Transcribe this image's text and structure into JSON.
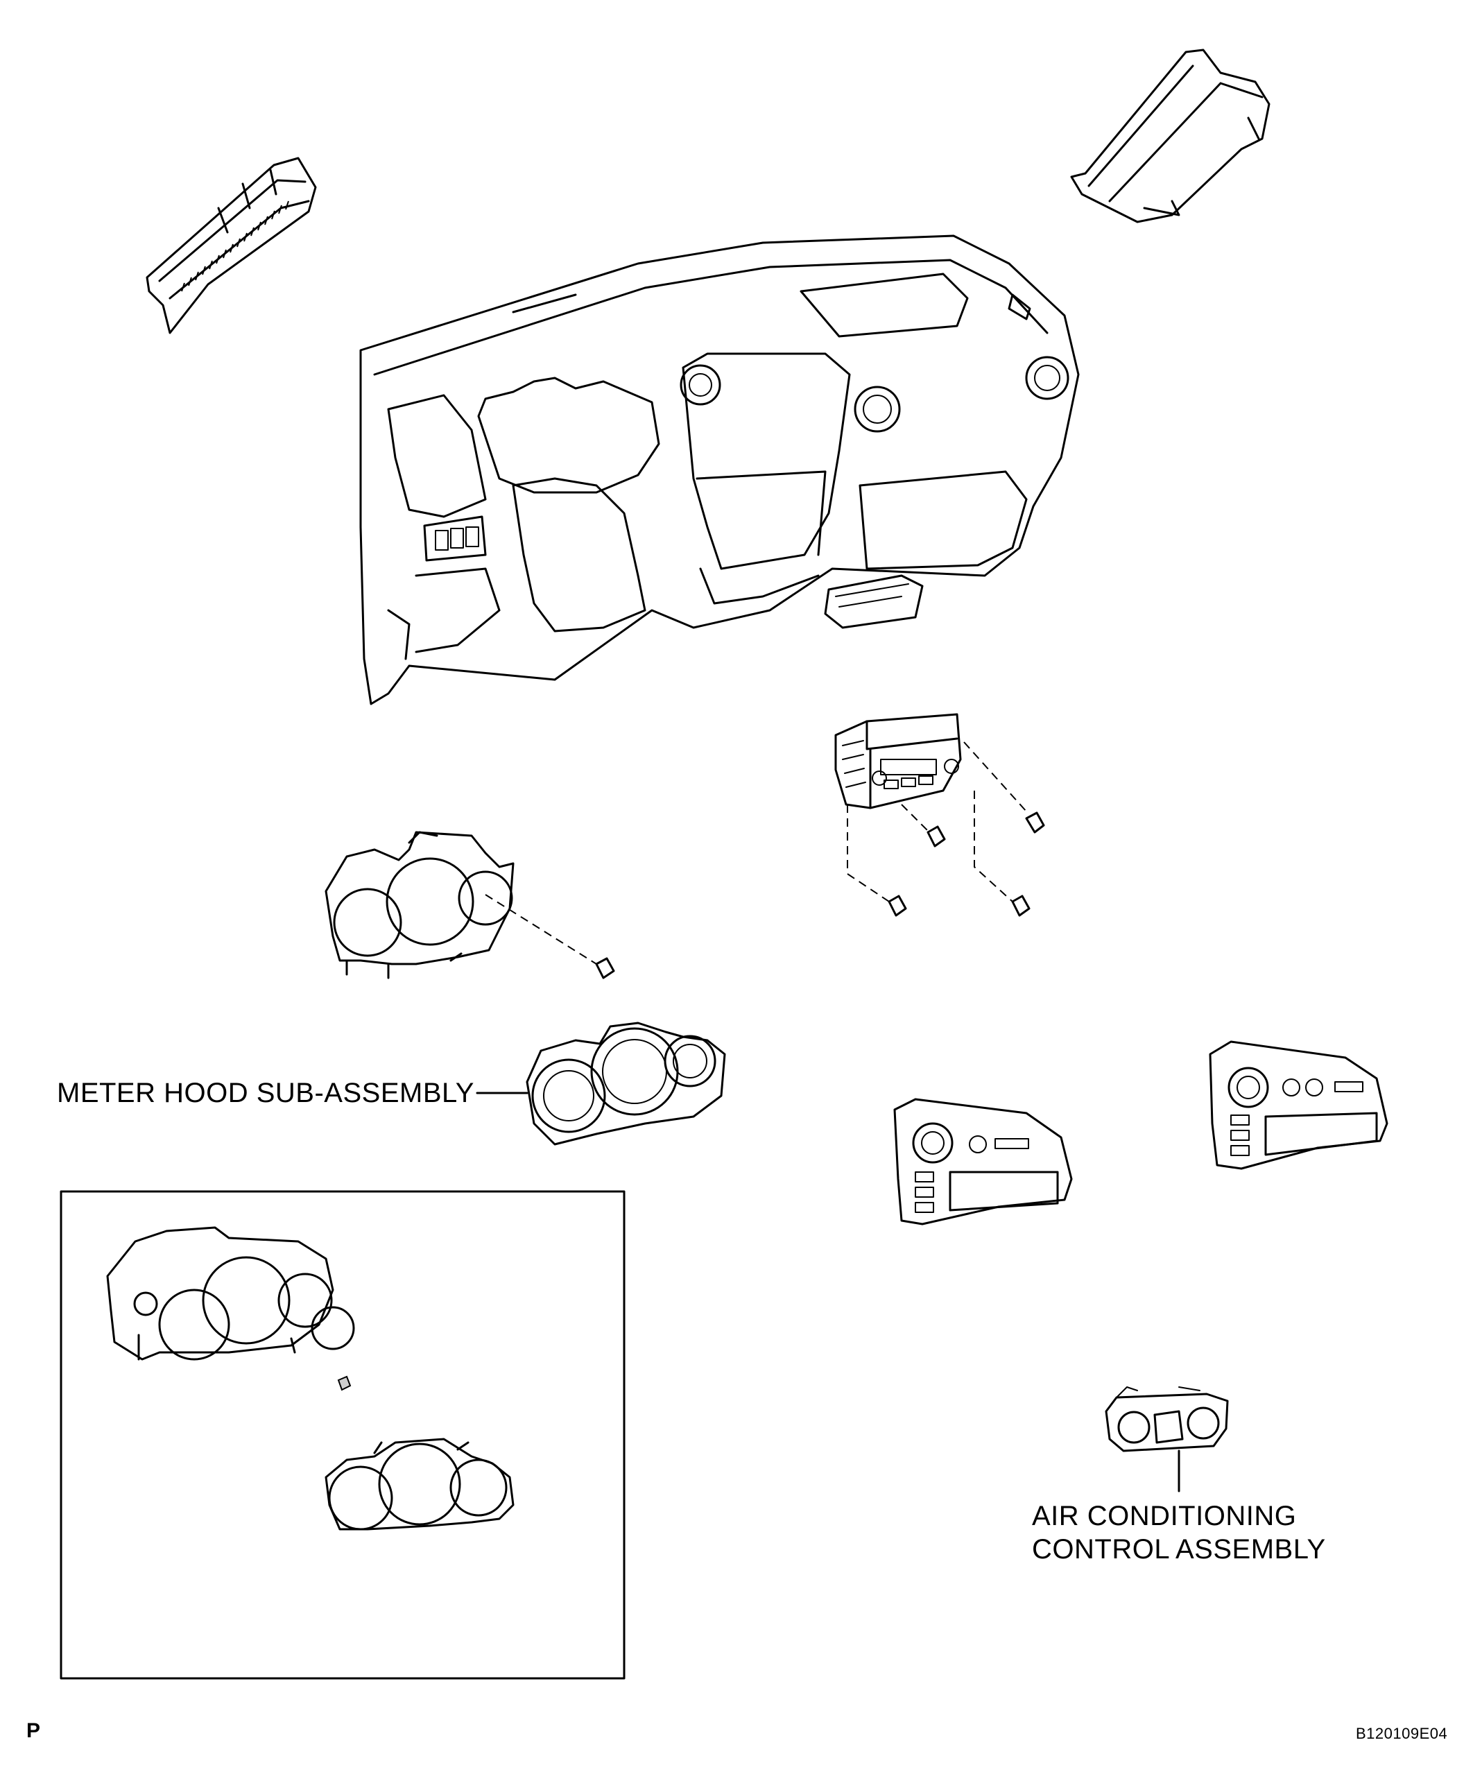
{
  "labels": {
    "meter_hood": "METER HOOD SUB-ASSEMBLY",
    "air_conditioning_line1": "AIR CONDITIONING",
    "air_conditioning_line2": "CONTROL ASSEMBLY",
    "page_marker": "P",
    "figure_code": "B120109E04"
  }
}
